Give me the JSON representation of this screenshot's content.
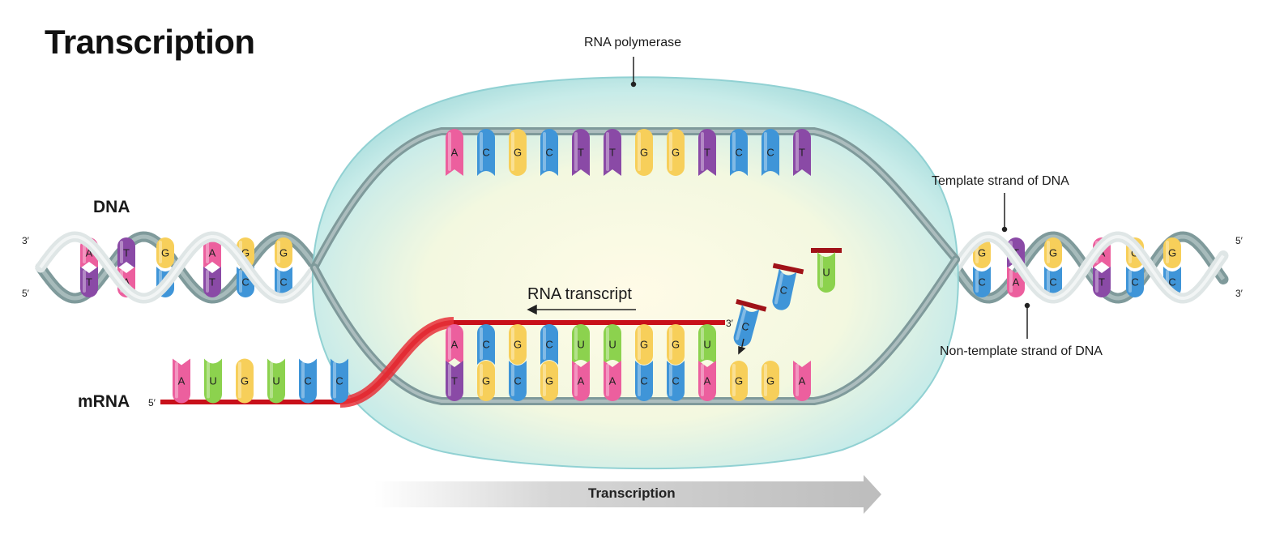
{
  "title": "Transcription",
  "labels": {
    "dna": "DNA",
    "mrna": "mRNA",
    "rna_polymerase": "RNA polymerase",
    "rna_transcript": "RNA transcript",
    "template_strand": "Template strand of DNA",
    "non_template_strand": "Non-template strand of DNA",
    "direction_arrow": "Transcription",
    "left_top_end": "3′",
    "left_bottom_end": "5′",
    "right_top_end": "5′",
    "right_bottom_end": "3′",
    "mrna_end": "5′",
    "transcript_end": "3′"
  },
  "colors": {
    "A": "#ec5f9e",
    "C": "#3f95d8",
    "G": "#f7cf5a",
    "T": "#8a4aa6",
    "U": "#8cd24e",
    "rna_strand": "#c8101a",
    "dna_backbone": "#7f9a9b",
    "polymerase": "#a8dfe0"
  },
  "sequences": {
    "non_template_open": [
      "A",
      "C",
      "G",
      "C",
      "T",
      "T",
      "G",
      "G",
      "T",
      "C",
      "C",
      "T"
    ],
    "rna_in_bubble": [
      "A",
      "C",
      "G",
      "C",
      "U",
      "U",
      "G",
      "G",
      "U"
    ],
    "template_in_bubble": [
      "T",
      "G",
      "C",
      "G",
      "A",
      "A",
      "C",
      "C",
      "A",
      "G",
      "G",
      "A"
    ],
    "free_nucleotides": [
      "C",
      "C",
      "U"
    ],
    "mrna_exiting": [
      "A",
      "U",
      "G",
      "U",
      "C",
      "C"
    ],
    "left_helix_top": [
      "A",
      "T",
      "G",
      "A",
      "G",
      "G"
    ],
    "left_helix_bottom": [
      "T",
      "A",
      "C",
      "T",
      "C",
      "C"
    ],
    "right_helix_top": [
      "G",
      "T",
      "G",
      "A",
      "G",
      "G"
    ],
    "right_helix_bottom": [
      "C",
      "A",
      "C",
      "T",
      "C",
      "C"
    ]
  }
}
